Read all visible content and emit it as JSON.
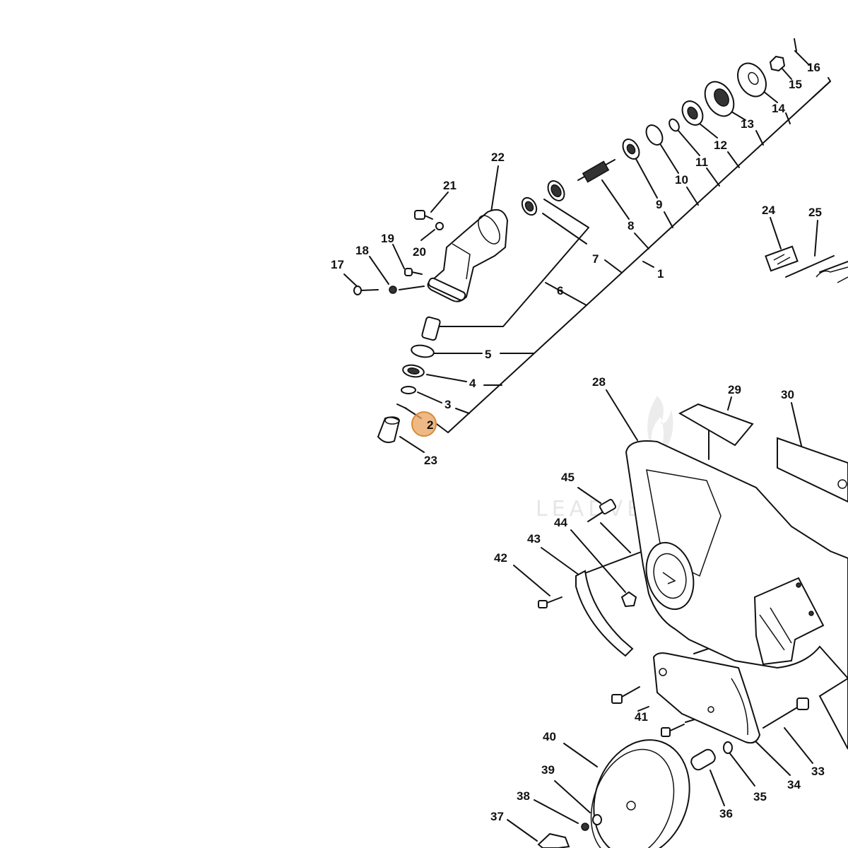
{
  "watermark": "LEADVENTURE",
  "highlight": {
    "callout": "2",
    "color": "#e8a25c"
  },
  "callouts": {
    "c1": "1",
    "c2": "2",
    "c3": "3",
    "c4": "4",
    "c5": "5",
    "c6": "6",
    "c7": "7",
    "c8": "8",
    "c9": "9",
    "c10": "10",
    "c11": "11",
    "c12": "12",
    "c13": "13",
    "c14": "14",
    "c15": "15",
    "c16": "16",
    "c17": "17",
    "c18": "18",
    "c19": "19",
    "c20": "20",
    "c21": "21",
    "c22": "22",
    "c23": "23",
    "c24": "24",
    "c25": "25",
    "c28": "28",
    "c29": "29",
    "c30": "30",
    "c33": "33",
    "c34": "34",
    "c35": "35",
    "c36": "36",
    "c37": "37",
    "c38": "38",
    "c39": "39",
    "c40": "40",
    "c41": "41",
    "c42": "42",
    "c43": "43",
    "c44": "44",
    "c45": "45"
  }
}
